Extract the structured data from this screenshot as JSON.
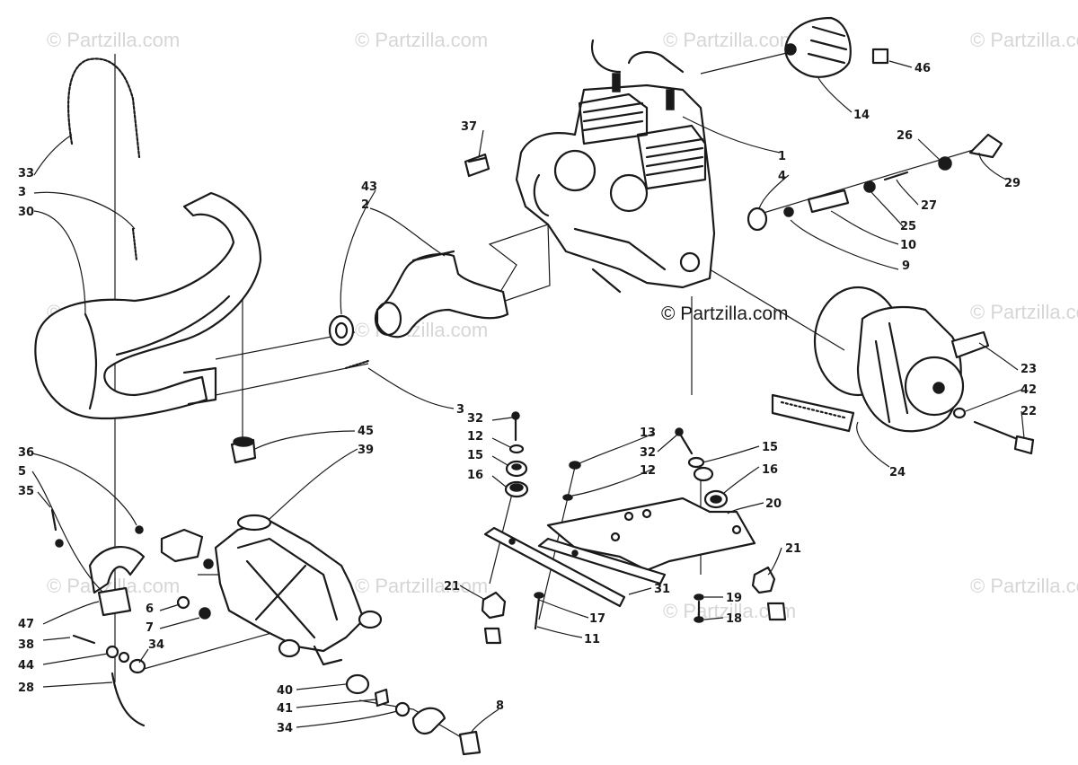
{
  "watermarks": {
    "tile_text": "© Partzilla.com",
    "center_text": "© Partzilla.com"
  },
  "callouts": {
    "c1": "1",
    "c2": "2",
    "c3a": "3",
    "c3b": "3",
    "c4": "4",
    "c5": "5",
    "c6": "6",
    "c7": "7",
    "c8": "8",
    "c9": "9",
    "c10": "10",
    "c11": "11",
    "c12a": "12",
    "c12b": "12",
    "c13": "13",
    "c14": "14",
    "c15a": "15",
    "c15b": "15",
    "c16a": "16",
    "c16b": "16",
    "c17": "17",
    "c18": "18",
    "c19": "19",
    "c20": "20",
    "c21a": "21",
    "c21b": "21",
    "c22": "22",
    "c23": "23",
    "c24": "24",
    "c25": "25",
    "c26": "26",
    "c27": "27",
    "c28": "28",
    "c29": "29",
    "c30": "30",
    "c31": "31",
    "c32a": "32",
    "c32b": "32",
    "c33": "33",
    "c34a": "34",
    "c34b": "34",
    "c35": "35",
    "c36": "36",
    "c37": "37",
    "c38": "38",
    "c39": "39",
    "c40": "40",
    "c41": "41",
    "c42": "42",
    "c43": "43",
    "c44": "44",
    "c45": "45",
    "c46": "46",
    "c47": "47"
  }
}
